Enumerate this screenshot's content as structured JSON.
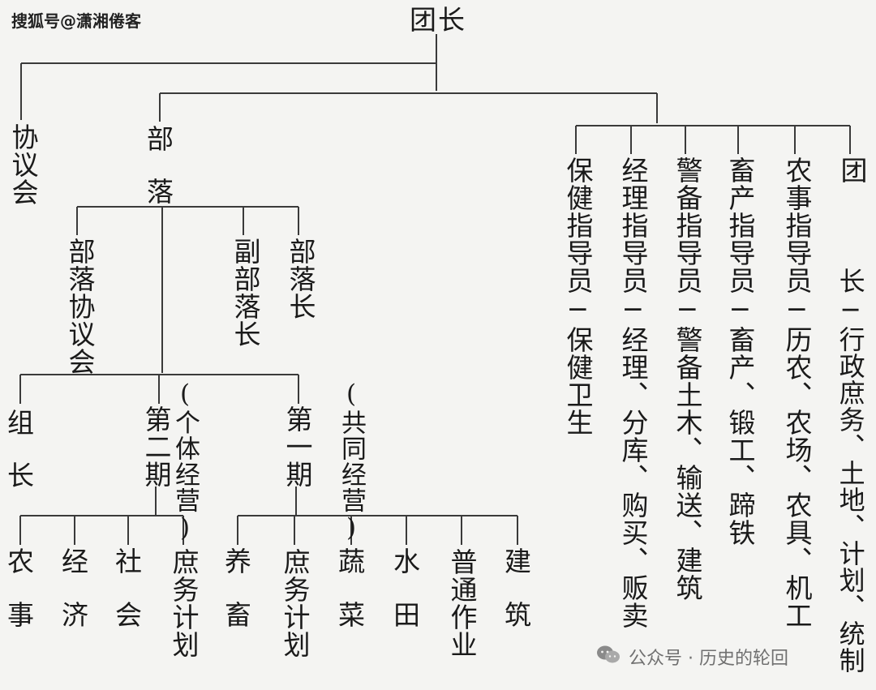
{
  "watermark_top": "搜狐号@潇湘倦客",
  "watermark_bottom": "公众号 · 历史的轮回",
  "root": "团长",
  "council": "协议会",
  "tribe": [
    "部",
    "落"
  ],
  "tribe_council": "部落协议会",
  "vice_chief": "副部落长",
  "chief": "部落长",
  "group": [
    "组",
    "长"
  ],
  "phase2": "第二期",
  "phase2_note": "(个体经营)",
  "phase1": "第一期",
  "phase1_note": "(共同经营)",
  "phase2_items": [
    [
      "农",
      "事"
    ],
    [
      "经",
      "济"
    ],
    [
      "社",
      "会"
    ],
    [
      "庶务计划"
    ]
  ],
  "phase1_items": [
    [
      "养",
      "畜"
    ],
    [
      "庶务计划"
    ],
    [
      "蔬",
      "菜"
    ],
    [
      "水",
      "田"
    ],
    [
      "普通作业"
    ],
    [
      "建",
      "筑"
    ]
  ],
  "right_items": [
    {
      "role": "保健指导员",
      "duty": "─保健卫生"
    },
    {
      "role": "经理指导员",
      "duty": "─经理、分库、购买、贩卖"
    },
    {
      "role": "警备指导员",
      "duty": "─警备土木、输送、建筑"
    },
    {
      "role": "畜产指导员",
      "duty": "─畜产、锻工、蹄铁"
    },
    {
      "role": "农事指导员",
      "duty": "─历农、农场、农具、机工"
    },
    {
      "role": "团",
      "duty": "长─行政庶务、土地、计划、统制"
    }
  ]
}
